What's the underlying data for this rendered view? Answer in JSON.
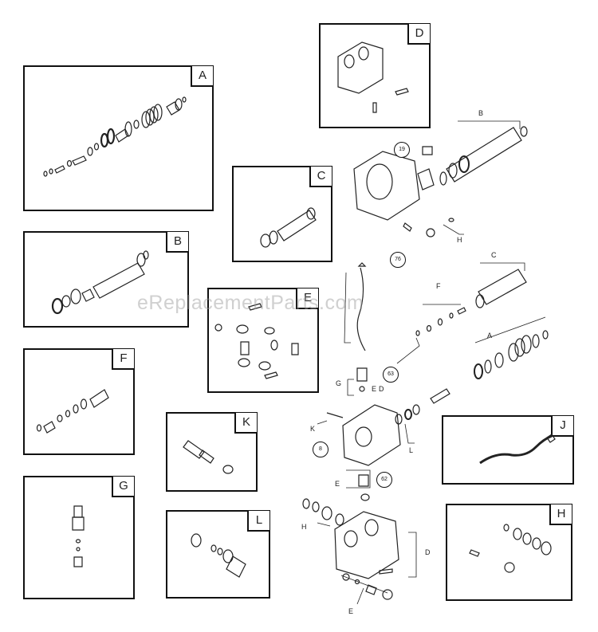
{
  "panels": {
    "a": "A",
    "b": "B",
    "c": "C",
    "d": "D",
    "e": "E",
    "f": "F",
    "g": "G",
    "h": "H",
    "j": "J",
    "k": "K",
    "l": "L"
  },
  "assembly_labels": {
    "b": "B",
    "c": "C",
    "f": "F",
    "a": "A",
    "h_top": "H",
    "g": "G",
    "e_mid": "E",
    "d_mid": "D",
    "k": "K",
    "l": "L",
    "e_low": "E",
    "h_low": "H",
    "d_low": "D",
    "e_bottom": "E"
  },
  "callouts": {
    "c19": "19",
    "c76": "76",
    "c63": "63",
    "c8": "8",
    "c62": "62"
  },
  "watermark": "eReplacementParts.com"
}
